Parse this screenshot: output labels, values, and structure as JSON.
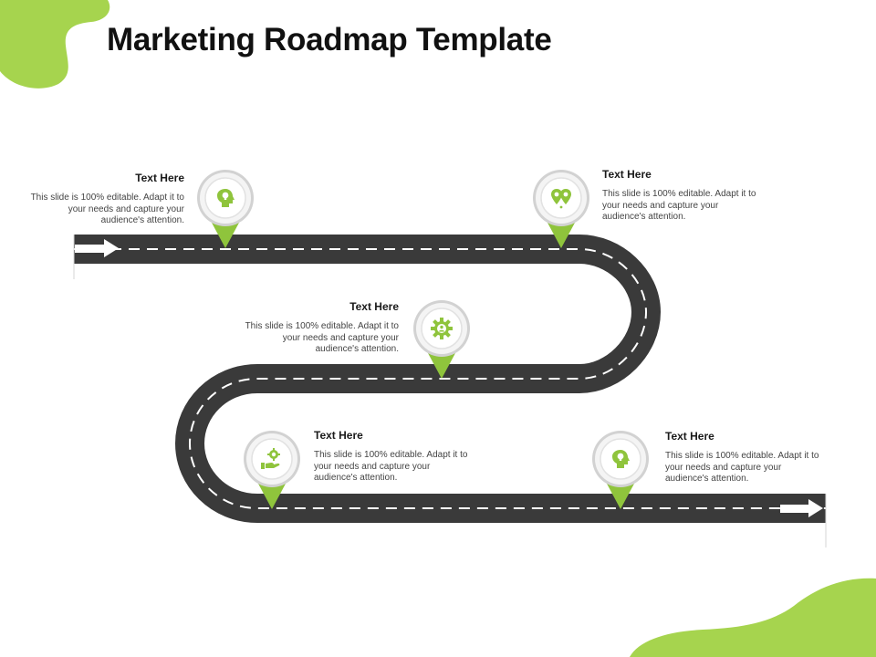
{
  "slide": {
    "title": "Marketing Roadmap Template",
    "accent_color": "#a6d44e",
    "road_color": "#3a3a3a"
  },
  "milestones": [
    {
      "heading": "Text Here",
      "body": "This slide is 100% editable. Adapt it to your needs and capture your audience's attention.",
      "icon": "head-idea-icon"
    },
    {
      "heading": "Text Here",
      "body": "This slide is 100% editable. Adapt it to your needs and capture your audience's attention.",
      "icon": "location-pins-icon"
    },
    {
      "heading": "Text Here",
      "body": "This slide is 100% editable. Adapt it to your needs and capture your audience's attention.",
      "icon": "gear-people-icon"
    },
    {
      "heading": "Text Here",
      "body": "This slide is 100% editable. Adapt it to your needs and capture your audience's attention.",
      "icon": "hand-gear-icon"
    },
    {
      "heading": "Text Here",
      "body": "This slide is 100% editable. Adapt it to your needs and capture your audience's attention.",
      "icon": "head-idea-icon"
    }
  ]
}
